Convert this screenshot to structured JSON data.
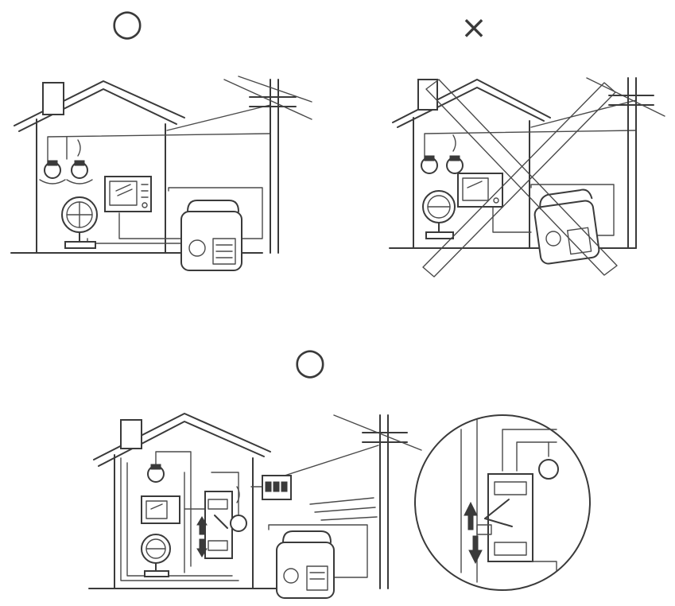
{
  "panels": {
    "top_left": {
      "verdict": "correct"
    },
    "top_right": {
      "verdict": "incorrect"
    },
    "bottom": {
      "verdict": "correct"
    }
  },
  "marks": {
    "correct_symbol": "○",
    "incorrect_symbol": "×"
  },
  "icons": [
    "generator-icon",
    "house-icon",
    "utility-pole-icon",
    "light-bulb-icon",
    "television-icon",
    "fan-icon",
    "transfer-switch-icon",
    "breaker-panel-icon",
    "magnifier-detail-icon",
    "arrow-up-icon",
    "arrow-down-icon"
  ],
  "colors": {
    "line": "#3a3a3a",
    "background": "#ffffff"
  }
}
